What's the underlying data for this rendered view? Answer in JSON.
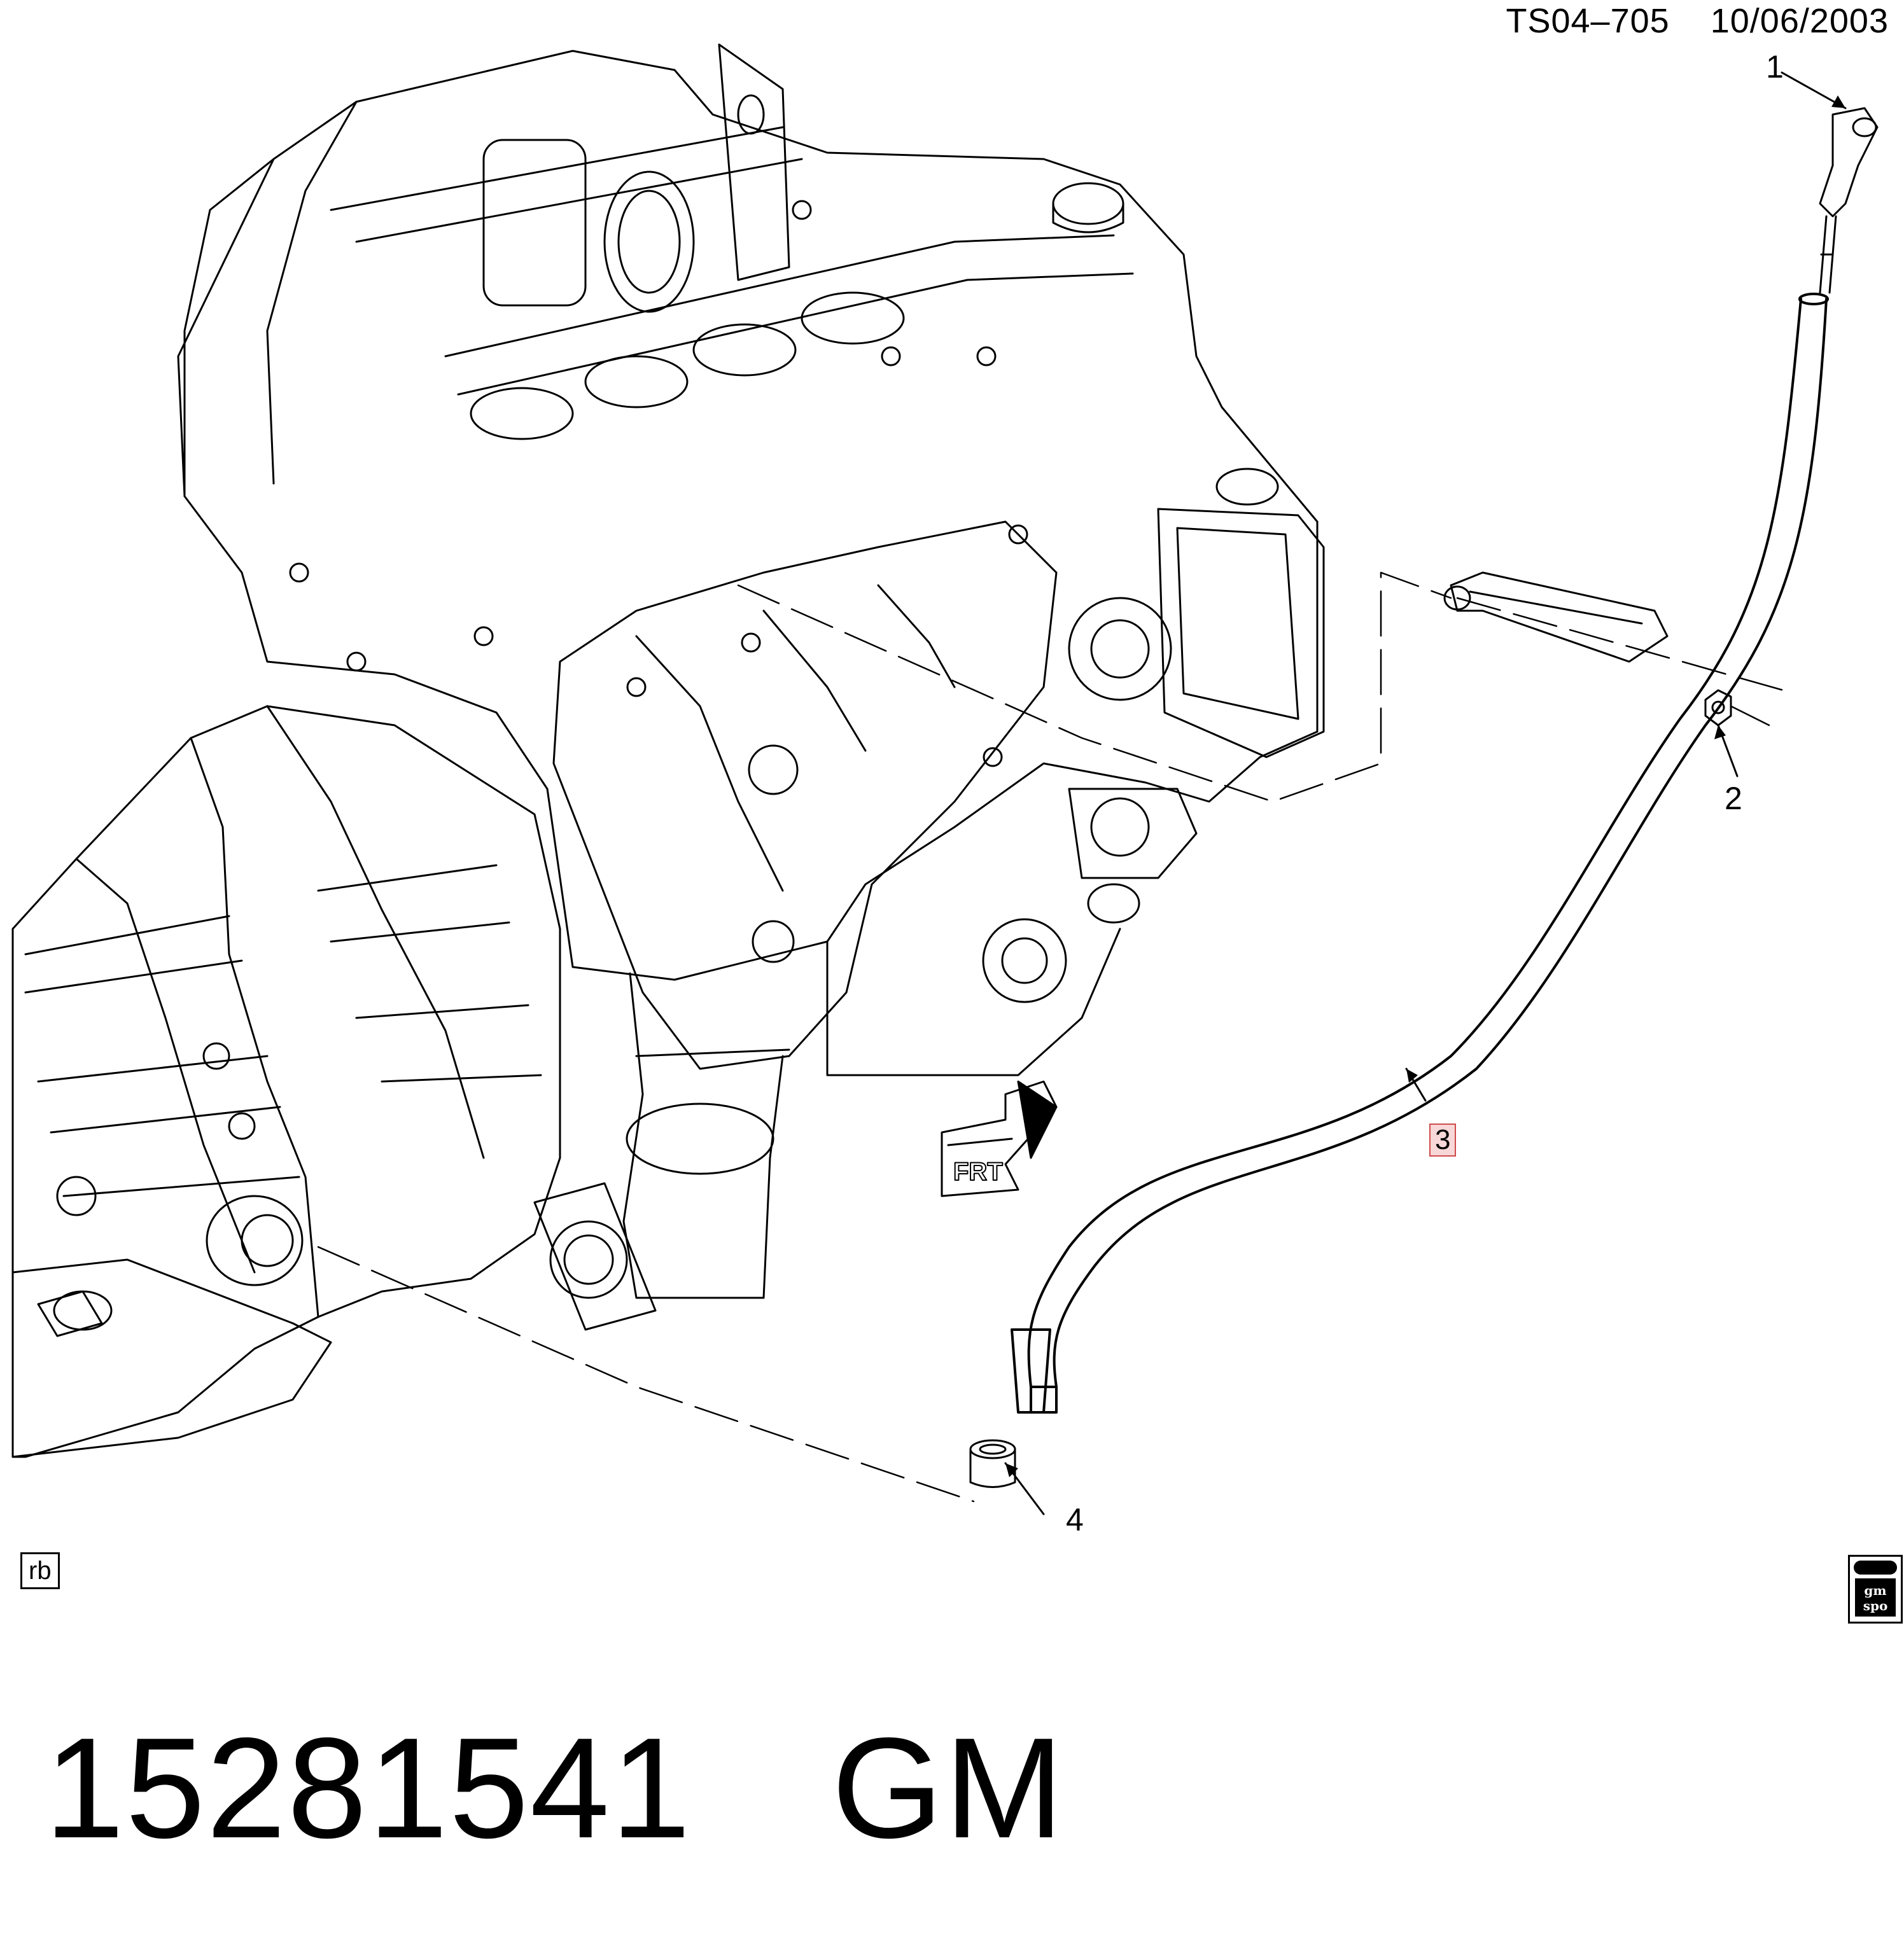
{
  "header": {
    "ref_id": "TS04–705",
    "date": "10/06/2003"
  },
  "callouts": [
    {
      "number": "1"
    },
    {
      "number": "2"
    },
    {
      "number": "3",
      "highlighted": true
    },
    {
      "number": "4"
    }
  ],
  "corner_tag": "rb",
  "front_arrow_label": "FRT",
  "footer": {
    "part_number": "15281541",
    "brand": "GM"
  },
  "logo": {
    "text": "gm spo"
  },
  "colors": {
    "line": "#000000",
    "background": "#ffffff",
    "highlight_fill": "#f7d7d7",
    "highlight_border": "#d04a4a"
  }
}
